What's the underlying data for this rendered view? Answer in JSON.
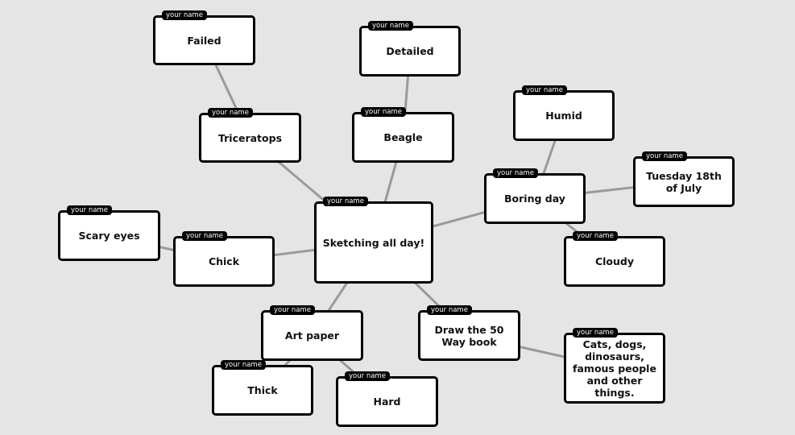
{
  "author_tag": "your name",
  "nodes": [
    {
      "id": "center",
      "label": "Sketching all day!"
    },
    {
      "id": "failed",
      "label": "Failed"
    },
    {
      "id": "triceratops",
      "label": "Triceratops"
    },
    {
      "id": "detailed",
      "label": "Detailed"
    },
    {
      "id": "beagle",
      "label": "Beagle"
    },
    {
      "id": "humid",
      "label": "Humid"
    },
    {
      "id": "boring-day",
      "label": "Boring day"
    },
    {
      "id": "tuesday",
      "label": "Tuesday 18th of July"
    },
    {
      "id": "cloudy",
      "label": "Cloudy"
    },
    {
      "id": "scary-eyes",
      "label": "Scary eyes"
    },
    {
      "id": "chick",
      "label": "Chick"
    },
    {
      "id": "art-paper",
      "label": "Art paper"
    },
    {
      "id": "thick",
      "label": "Thick"
    },
    {
      "id": "hard",
      "label": "Hard"
    },
    {
      "id": "draw-50",
      "label": "Draw the 50 Way book"
    },
    {
      "id": "cats-dogs",
      "label": "Cats, dogs, dinosaurs, famous people and other things."
    }
  ],
  "links": [
    [
      "center",
      "triceratops"
    ],
    [
      "triceratops",
      "failed"
    ],
    [
      "center",
      "beagle"
    ],
    [
      "beagle",
      "detailed"
    ],
    [
      "center",
      "boring-day"
    ],
    [
      "boring-day",
      "humid"
    ],
    [
      "boring-day",
      "tuesday"
    ],
    [
      "boring-day",
      "cloudy"
    ],
    [
      "center",
      "chick"
    ],
    [
      "chick",
      "scary-eyes"
    ],
    [
      "center",
      "art-paper"
    ],
    [
      "art-paper",
      "thick"
    ],
    [
      "art-paper",
      "hard"
    ],
    [
      "center",
      "draw-50"
    ],
    [
      "draw-50",
      "cats-dogs"
    ]
  ]
}
